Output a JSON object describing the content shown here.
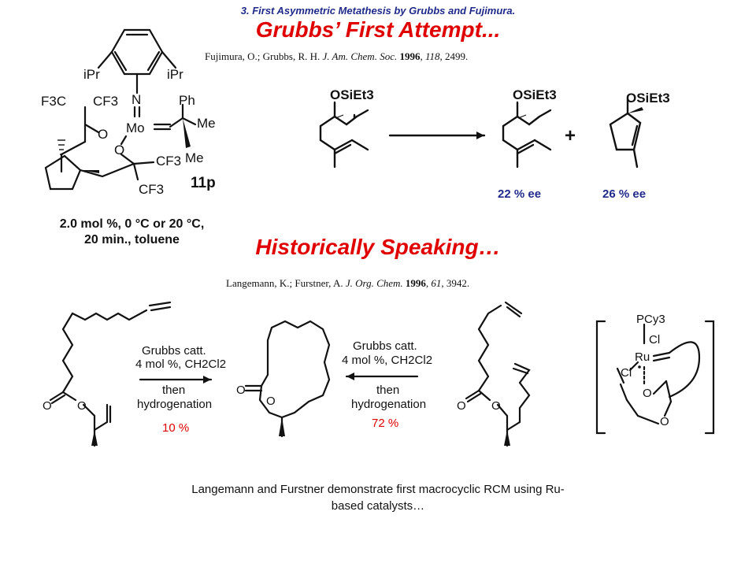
{
  "header": {
    "subtitle": "3. First Asymmetric Metathesis by Grubbs and Fujimura.",
    "title": "Grubbs’ First Attempt..."
  },
  "reference1": {
    "authors": "Fujimura, O.; Grubbs, R. H.",
    "journal": "J. Am. Chem. Soc.",
    "year": "1996",
    "volume": "118",
    "pages": "2499."
  },
  "catalyst": {
    "ipr_left": "iPr",
    "ipr_right": "iPr",
    "n": "N",
    "mo": "Mo",
    "cf3_tl": "F3C",
    "cf3_tr": "CF3",
    "o1": "O",
    "o2": "O",
    "ph": "Ph",
    "me1": "Me",
    "me2": "Me",
    "cf3_b1": "CF3",
    "cf3_b2": "CF3",
    "label": "11p"
  },
  "conditions": {
    "line1": "2.0 mol %, 0 °C or 20 °C,",
    "line2": "20 min., toluene"
  },
  "reaction1": {
    "substituent": "OSiEt3",
    "plus": "+",
    "ee_product1": "22 % ee",
    "ee_product2": "26 % ee"
  },
  "section2": {
    "title": "Historically Speaking…"
  },
  "reference2": {
    "authors": "Langemann, K.; Furstner, A.",
    "journal": "J. Org. Chem.",
    "year": "1996",
    "volume": "61",
    "pages": "3942."
  },
  "reaction2": {
    "left_reagent_line1": "Grubbs catt.",
    "left_reagent_line2": "4 mol %, CH2Cl2",
    "left_then": "then",
    "left_hydro": "hydrogenation",
    "left_yield": "10 %",
    "right_reagent_line1": "Grubbs catt.",
    "right_reagent_line2": "4 mol %, CH2Cl2",
    "right_then": "then",
    "right_hydro": "hydrogenation",
    "right_yield": "72  %",
    "o_label": "O",
    "ru": "Ru",
    "pcy3": "PCy3",
    "cl1": "Cl",
    "cl2": "Cl"
  },
  "footer": {
    "line1": "Langemann and Furstner demonstrate first macrocyclic RCM using Ru-",
    "line2": "based catalysts…"
  },
  "colors": {
    "title_red": "#e00000",
    "subtitle_blue": "#1f2a8a"
  }
}
